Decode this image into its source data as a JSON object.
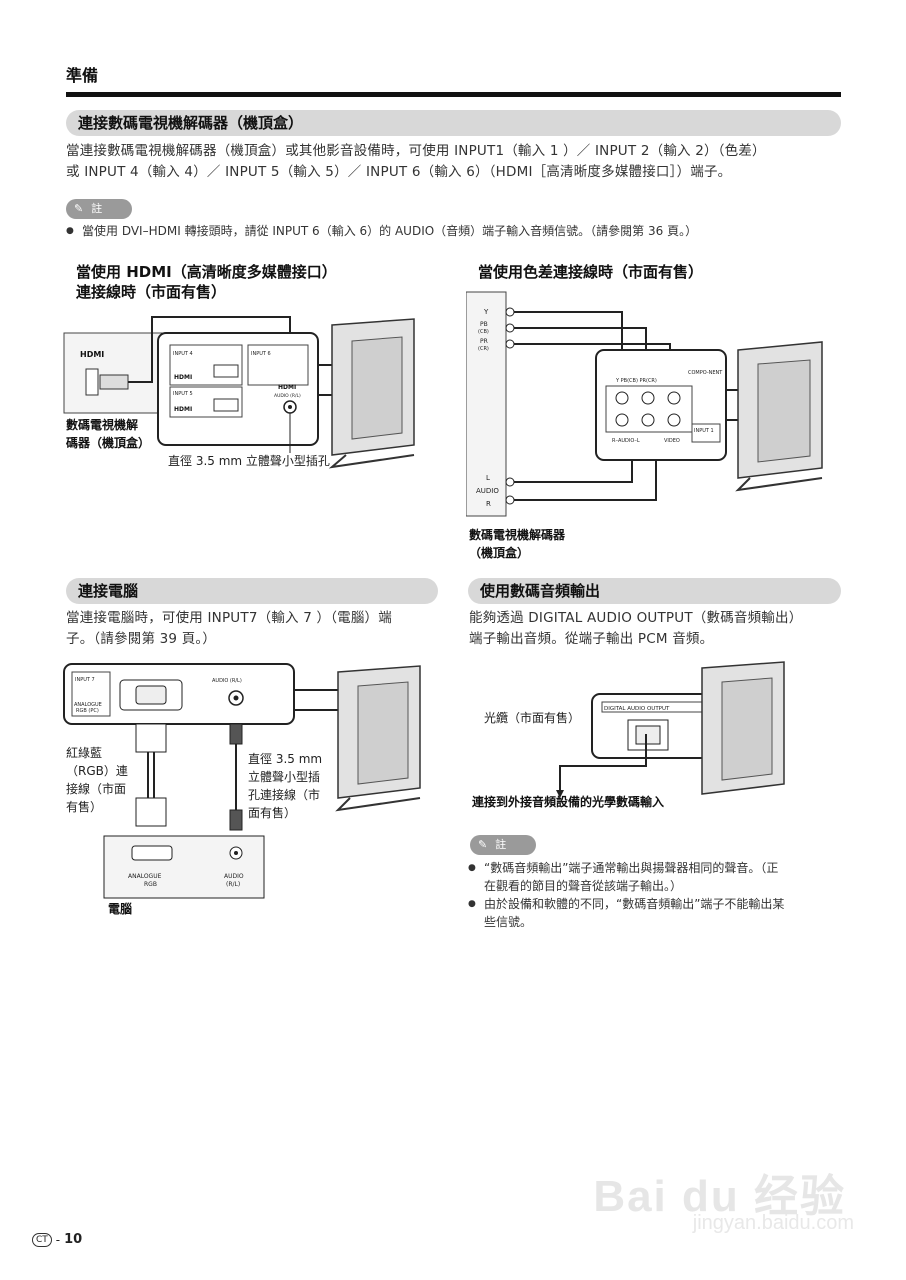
{
  "page": {
    "header": "準備",
    "page_number": "10",
    "region_badge": "CT"
  },
  "sections": {
    "stb": {
      "title": "連接數碼電視機解碼器（機頂盒）",
      "body_line1": "當連接數碼電視機解碼器（機頂盒）或其他影音設備時，可使用 INPUT1（輸入 1 ）／ INPUT 2（輸入 2）（色差）",
      "body_line2": "或 INPUT 4（輸入 4）／ INPUT 5（輸入 5）／ INPUT 6（輸入 6）（HDMI［高清晰度多媒體接口］）端子。",
      "note_label": "註",
      "note_item": "當使用 DVI–HDMI 轉接頭時，請從 INPUT 6（輸入 6）的 AUDIO（音頻）端子輸入音頻信號。（請參閱第 36 頁。）"
    },
    "hdmi_diagram": {
      "title_line1": "當使用 HDMI（高清晰度多媒體接口）",
      "title_line2": "連接線時（市面有售）",
      "device_logo": "HDMI",
      "device_label_line1": "數碼電視機解",
      "device_label_line2": "碼器（機頂盒）",
      "jack_caption": "直徑 3.5 mm 立體聲小型插孔",
      "panel_input4": "INPUT 4",
      "panel_input5": "INPUT 5",
      "panel_input6": "INPUT 6",
      "panel_audio": "AUDIO (R/L)",
      "panel_hdmi": "HDMI"
    },
    "component_diagram": {
      "title": "當使用色差連接線時（市面有售）",
      "y": "Y",
      "pb": "PB",
      "pb_sub": "(CB)",
      "pr": "PR",
      "pr_sub": "(CR)",
      "audio_l": "L",
      "audio": "AUDIO",
      "audio_r": "R",
      "panel_labels": "Y   PB(CB)  PR(CR)",
      "panel_component": "COMPO-NENT",
      "panel_audio": "R–AUDIO–L",
      "panel_video": "VIDEO",
      "panel_input1": "INPUT 1",
      "device_label_line1": "數碼電視機解碼器",
      "device_label_line2": "（機頂盒）"
    },
    "pc": {
      "title": "連接電腦",
      "body_line1": "當連接電腦時，可使用 INPUT7（輸入 7 ）（電腦）端",
      "body_line2": "子。（請參閱第 39 頁。）",
      "panel_input7": "INPUT 7",
      "panel_analogue": "ANALOGUE",
      "panel_rgb_pc": "RGB (PC)",
      "panel_audio": "AUDIO (R/L)",
      "cable_label_line1": "紅綠藍",
      "cable_label_line2": "（RGB）連",
      "cable_label_line3": "接線（市面",
      "cable_label_line4": "有售）",
      "audio_label_line1": "直徑 3.5 mm",
      "audio_label_line2": "立體聲小型插",
      "audio_label_line3": "孔連接線（市",
      "audio_label_line4": "面有售）",
      "pc_analogue": "ANALOGUE",
      "pc_rgb": "RGB",
      "pc_audio": "AUDIO",
      "pc_audio_rl": "(R/L)",
      "pc_label": "電腦"
    },
    "digital_audio": {
      "title": "使用數碼音頻輸出",
      "body_line1": "能夠透過 DIGITAL AUDIO OUTPUT（數碼音頻輸出）",
      "body_line2": "端子輸出音頻。從端子輸出 PCM 音頻。",
      "panel_label": "DIGITAL AUDIO OUTPUT",
      "cable_label": "光纜（市面有售）",
      "bottom_label": "連接到外接音頻設備的光學數碼輸入",
      "note_label": "註",
      "note1_line1": "“數碼音頻輸出”端子通常輸出與揚聲器相同的聲音。（正",
      "note1_line2": "在觀看的節目的聲音從該端子輸出。）",
      "note2_line1": "由於設備和軟體的不同，“數碼音頻輸出”端子不能輸出某",
      "note2_line2": "些信號。"
    }
  },
  "watermark": {
    "logo": "Bai du 经验",
    "url": "jingyan.baidu.com"
  }
}
